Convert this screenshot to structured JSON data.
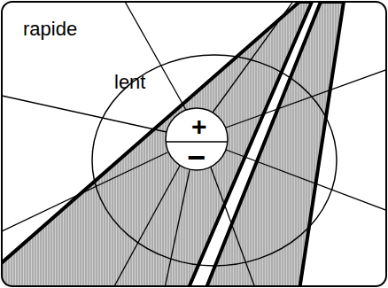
{
  "diagram": {
    "labels": [
      "rapide",
      "lent",
      "+",
      "−"
    ]
  }
}
